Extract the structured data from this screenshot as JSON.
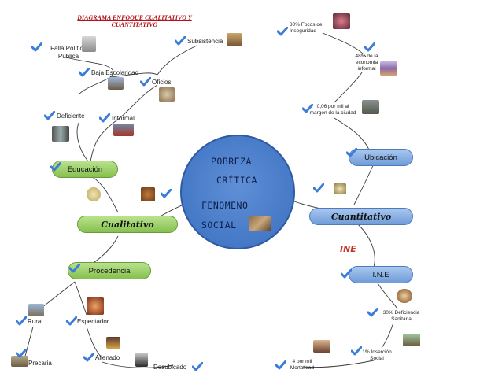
{
  "title": "DIAGRAMA ENFOQUE CUALITATIVO Y CUANTITATIVO",
  "center": {
    "line1": "POBREZA",
    "line2": "CRÍTICA",
    "line3": "FENOMENO",
    "line4": "SOCIAL"
  },
  "branches": {
    "cualitativo": "Cualitativo",
    "cuantitativo": "Cuantitativo",
    "educacion": "Educación",
    "procedencia": "Procedencia",
    "ubicacion": "Ubicación",
    "ine": "I.N.E"
  },
  "labels": {
    "falla_politica": "Falla Política Pública",
    "baja_escolaridad": "Baja Escolaridad",
    "subsistencia": "Subsistencia",
    "oficios": "Oficios",
    "deficiente": "Deficiente",
    "informal": "Informal",
    "rural": "Rural",
    "espectador": "Espectador",
    "precaria": "Precaria",
    "alienado": "Alienado",
    "desubicado": "Desubicado",
    "focos_inseguridad": "30% Focos de Inseguridad",
    "economia_informal": "48% de la economia informal",
    "margen_ciudad": "0,06 por mil al margen de la ciudad",
    "deficiencia_sanitaria": "30% Deficiencia Sanitaria",
    "insercion_social": "1% Inserción Social",
    "mortalidad": "4 por mil Mortalidad",
    "ine_logo": "INE"
  },
  "colors": {
    "title_red": "#b2131b",
    "green_node": "#9bd06a",
    "blue_node": "#7ea8e0",
    "center_blue": "#4a7cc9",
    "check_blue": "#3b7dd8"
  },
  "icons": {
    "check": "checkmark-icon",
    "photo": "photo-thumbnail-icon"
  }
}
